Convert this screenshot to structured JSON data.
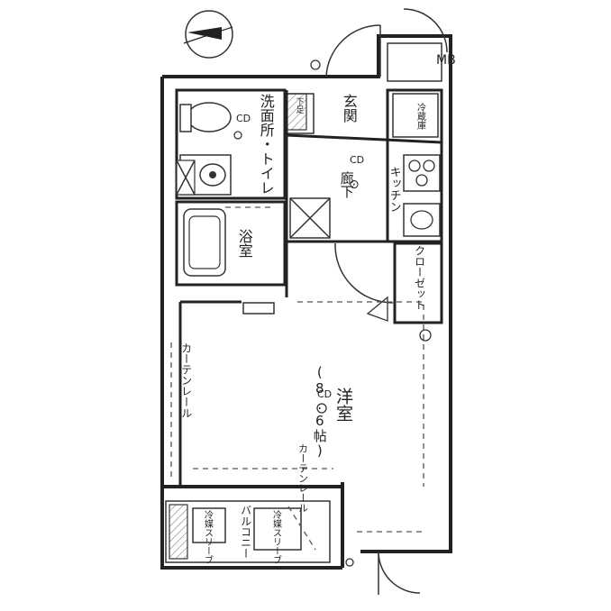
{
  "rooms": {
    "washroom_toilet": "洗面所・トイレ",
    "bath": "浴室",
    "entrance": "玄関",
    "hallway": "廊下",
    "kitchen": "キッチン",
    "closet": "クローゼット",
    "western_room": "洋室",
    "western_area": "(8.6帖)",
    "curtain_rail_left": "カーテンレール",
    "curtain_rail_right": "カーテンレール",
    "balcony": "バルコニー",
    "aircon_slot_1": "冷媒スリーブ",
    "aircon_slot_2": "冷媒スリーブ"
  },
  "fixtures": {
    "mb": "MB",
    "fridge": "冷蔵庫",
    "shoe": "下足"
  },
  "symbols": {
    "cd": "CD",
    "outlet": "⊙"
  },
  "icons": [
    "compass-north-icon",
    "toilet-icon",
    "sink-icon",
    "bathtub-icon",
    "stove-icon",
    "kitchen-sink-icon",
    "washer-icon",
    "door-swing-icon"
  ]
}
